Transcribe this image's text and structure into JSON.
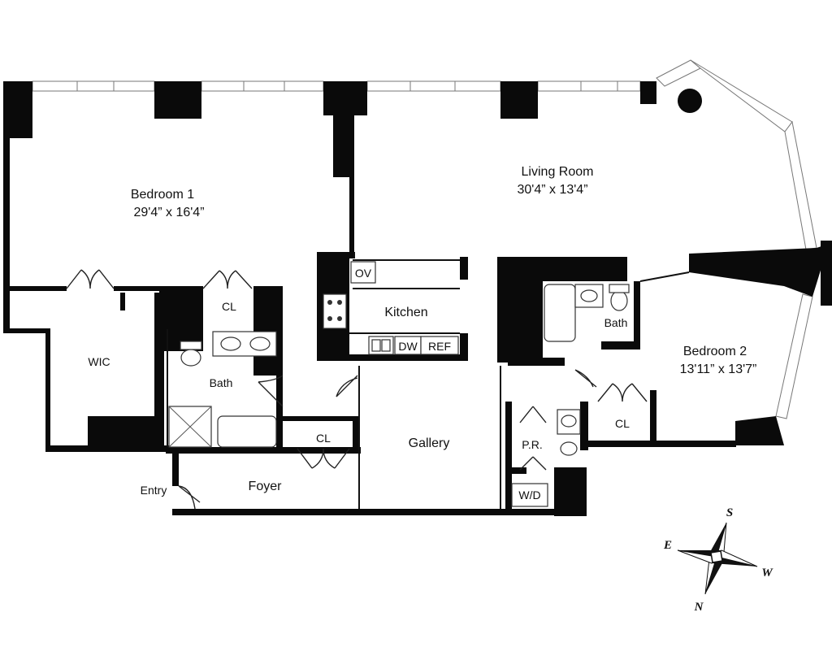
{
  "rooms": {
    "bedroom1": {
      "name": "Bedroom 1",
      "size": "29'4” x 16'4”"
    },
    "living": {
      "name": "Living Room",
      "size": "30'4” x 13'4”"
    },
    "bedroom2": {
      "name": "Bedroom 2",
      "size": "13'11” x 13'7”"
    },
    "kitchen": {
      "name": "Kitchen"
    },
    "bath1": {
      "name": "Bath"
    },
    "bath2": {
      "name": "Bath"
    },
    "wic": {
      "name": "WIC"
    },
    "closet1": {
      "name": "CL"
    },
    "closet2": {
      "name": "CL"
    },
    "closet3": {
      "name": "CL"
    },
    "gallery": {
      "name": "Gallery"
    },
    "foyer": {
      "name": "Foyer"
    },
    "entry": {
      "name": "Entry"
    },
    "powder": {
      "name": "P.R."
    },
    "laundry": {
      "name": "W/D"
    }
  },
  "appliances": {
    "oven": "OV",
    "dishwasher": "DW",
    "refrigerator": "REF"
  },
  "compass": {
    "north": "N",
    "south": "S",
    "east": "E",
    "west": "W"
  }
}
